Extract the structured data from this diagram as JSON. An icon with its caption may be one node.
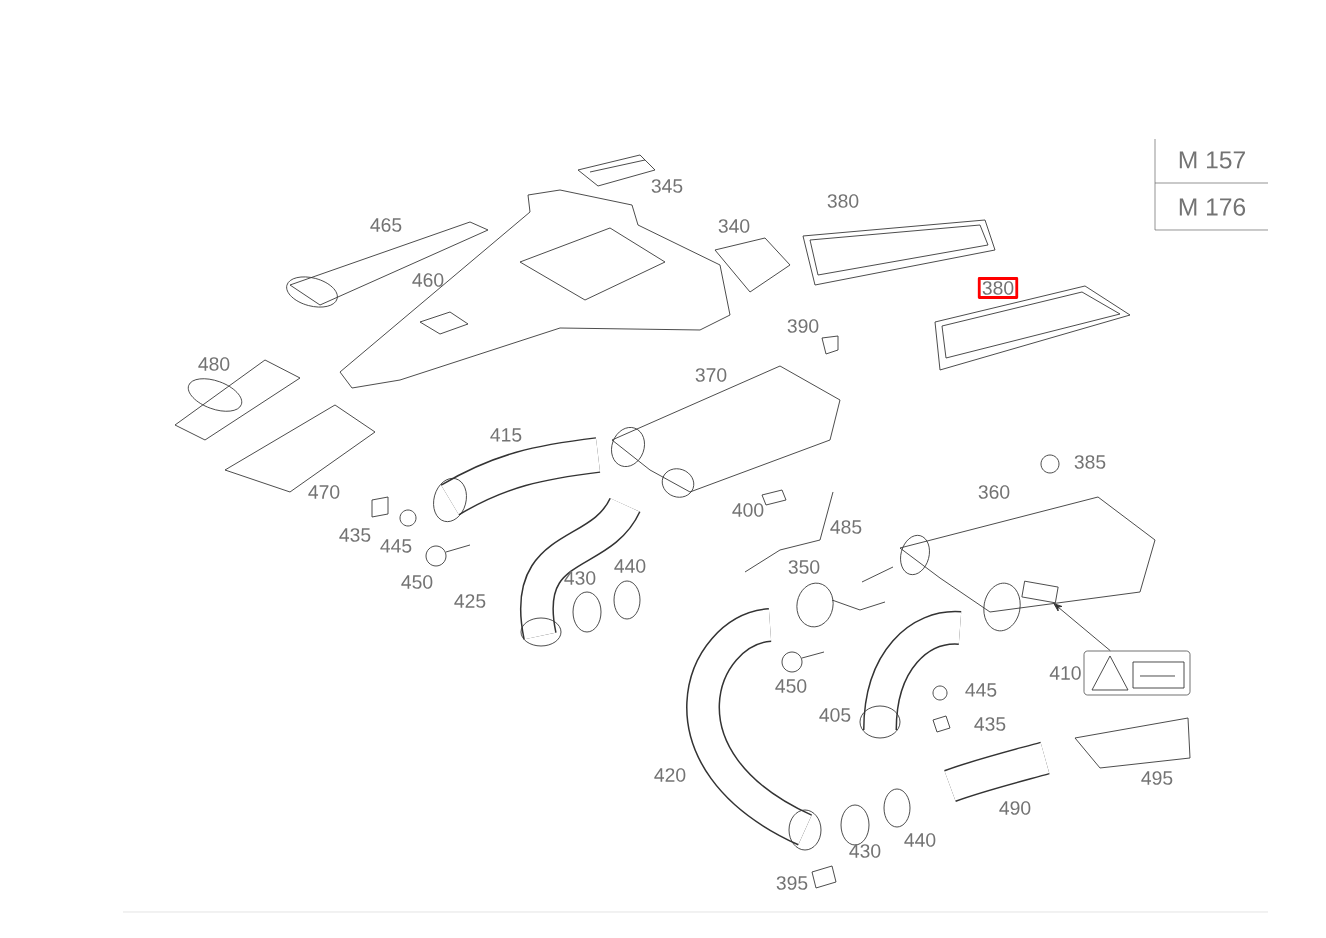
{
  "diagram": {
    "nodes": [
      {
        "text": [],
        "shape": "picture",
        "beside": [
          "410"
        ]
      },
      {
        "text": [],
        "shape": "box"
      }
    ],
    "edges": [
      {
        "from": 0,
        "to": 1,
        "arrow": "to"
      }
    ],
    "labels": [
      "345",
      "465",
      "380",
      "340",
      "460",
      "380",
      "390",
      "480",
      "370",
      "415",
      "385",
      "360",
      "470",
      "400",
      "485",
      "435",
      "445",
      "450",
      "425",
      "430",
      "440",
      "350",
      "450",
      "445",
      "405",
      "435",
      "420",
      "490",
      "495",
      "430",
      "440",
      "395",
      "M 157",
      "M 176"
    ]
  }
}
